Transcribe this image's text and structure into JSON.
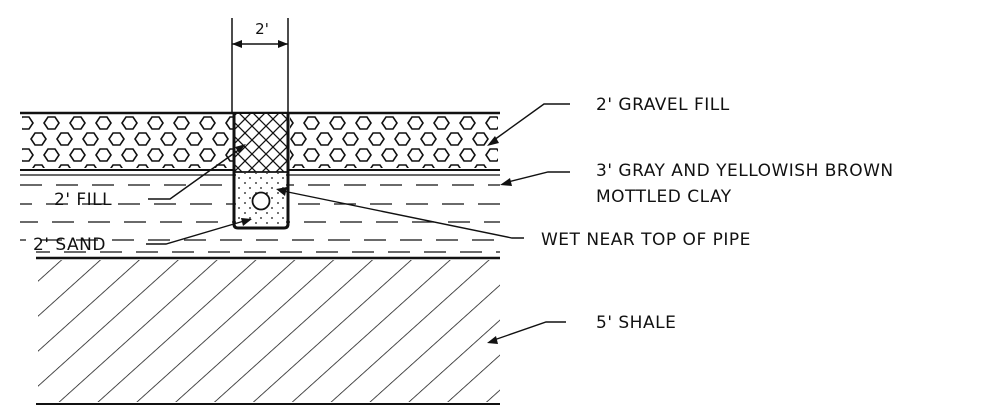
{
  "dimension": {
    "trench_width_label": "2'"
  },
  "labels": {
    "gravel_fill": "2' GRAVEL FILL",
    "clay_line1": "3' GRAY AND YELLOWISH BROWN",
    "clay_line2": "MOTTLED CLAY",
    "fill": "2' FILL",
    "sand": "2' SAND",
    "wet_pipe": "WET NEAR TOP OF PIPE",
    "shale": "5' SHALE"
  },
  "colors": {
    "ink": "#111111",
    "background": "#ffffff"
  },
  "icons": {
    "pipe": "pipe-circle-icon",
    "gravel": "gravel-hexagon-pattern",
    "shale": "diagonal-hatch-pattern"
  }
}
